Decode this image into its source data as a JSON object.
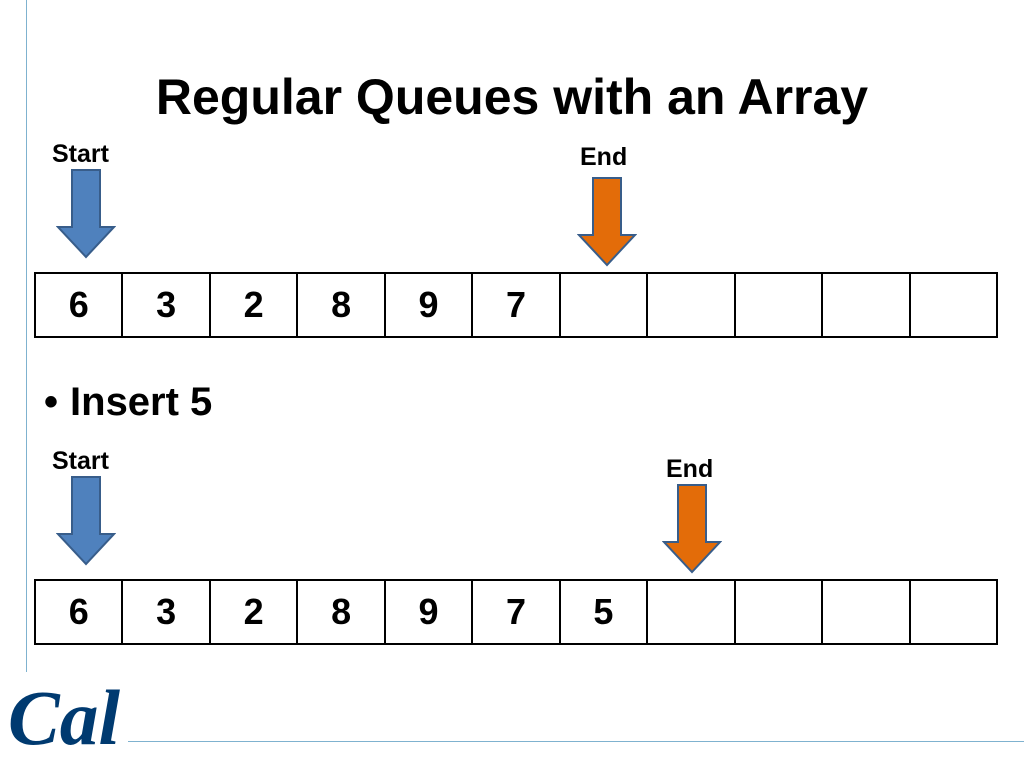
{
  "slide": {
    "title": "Regular Queues with an Array",
    "bullet_symbol": "•",
    "bullet_text": "Insert 5"
  },
  "colors": {
    "start_arrow": "#4f81bd",
    "start_arrow_border": "#385d8a",
    "end_arrow": "#e36c09",
    "end_arrow_border": "#385d8a",
    "rule_line": "#7fb2cf",
    "logo_blue": "#003a70"
  },
  "logo_text": "Cal",
  "diagrams": [
    {
      "start_label": "Start",
      "end_label": "End",
      "start_index": 0,
      "end_index": 6,
      "cells": [
        "6",
        "3",
        "2",
        "8",
        "9",
        "7",
        "",
        "",
        "",
        "",
        ""
      ]
    },
    {
      "start_label": "Start",
      "end_label": "End",
      "start_index": 0,
      "end_index": 7,
      "cells": [
        "6",
        "3",
        "2",
        "8",
        "9",
        "7",
        "5",
        "",
        "",
        "",
        ""
      ]
    }
  ]
}
